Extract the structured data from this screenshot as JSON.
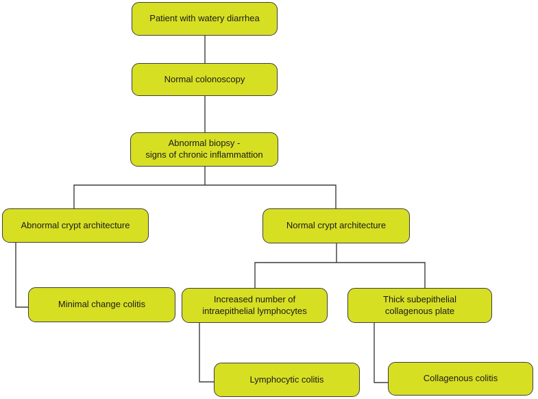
{
  "diagram": {
    "type": "flowchart",
    "node_fill_color": "#d7df23",
    "node_border_color": "#3c3c3c",
    "line_color": "#3c3c3c",
    "text_color": "#1a1a1a",
    "nodes": [
      {
        "id": "patient",
        "label": "Patient with watery diarrhea"
      },
      {
        "id": "colonoscopy",
        "label": "Normal colonoscopy"
      },
      {
        "id": "biopsy",
        "label": "Abnormal biopsy -\nsigns of chronic inflammattion"
      },
      {
        "id": "abnormal-crypt",
        "label": "Abnormal crypt architecture"
      },
      {
        "id": "normal-crypt",
        "label": "Normal crypt architecture"
      },
      {
        "id": "minimal-change",
        "label": "Minimal change colitis"
      },
      {
        "id": "increased-lymphocytes",
        "label": "Increased number of\nintraepithelial lymphocytes"
      },
      {
        "id": "thick-plate",
        "label": "Thick subepithelial\ncollagenous plate"
      },
      {
        "id": "lymphocytic-colitis",
        "label": "Lymphocytic colitis"
      },
      {
        "id": "collagenous-colitis",
        "label": "Collagenous colitis"
      }
    ],
    "edges": [
      {
        "from": "patient",
        "to": "colonoscopy"
      },
      {
        "from": "colonoscopy",
        "to": "biopsy"
      },
      {
        "from": "biopsy",
        "to": "abnormal-crypt"
      },
      {
        "from": "biopsy",
        "to": "normal-crypt"
      },
      {
        "from": "abnormal-crypt",
        "to": "minimal-change"
      },
      {
        "from": "normal-crypt",
        "to": "increased-lymphocytes"
      },
      {
        "from": "normal-crypt",
        "to": "thick-plate"
      },
      {
        "from": "increased-lymphocytes",
        "to": "lymphocytic-colitis"
      },
      {
        "from": "thick-plate",
        "to": "collagenous-colitis"
      }
    ]
  }
}
